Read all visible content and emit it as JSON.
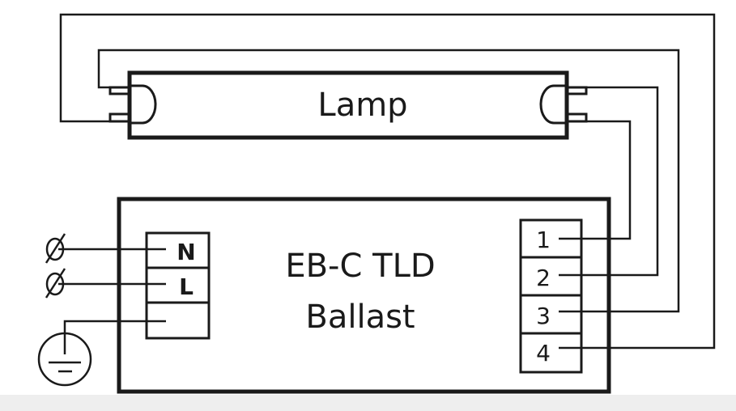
{
  "lamp": {
    "label": "Lamp"
  },
  "ballast": {
    "line1": "EB-C TLD",
    "line2": "Ballast"
  },
  "input_terminals": [
    "N",
    "L",
    ""
  ],
  "output_terminals": [
    "1",
    "2",
    "3",
    "4"
  ],
  "colors": {
    "line": "#1a1a1a",
    "background": "#ffffff"
  }
}
